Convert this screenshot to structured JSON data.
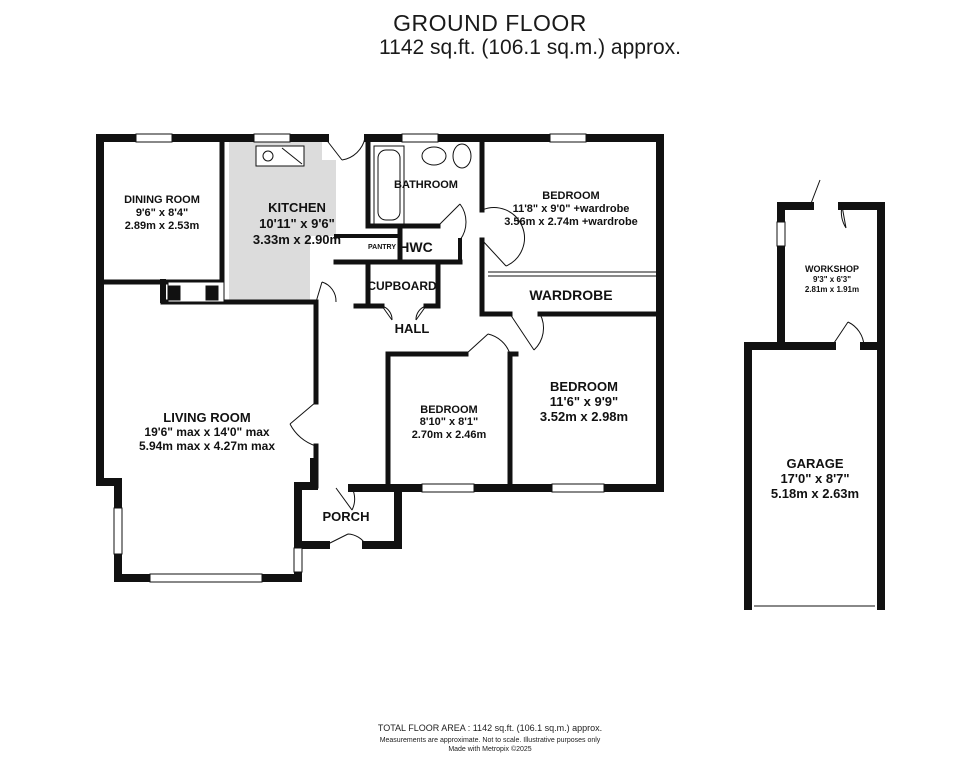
{
  "header": {
    "floor_title": "GROUND FLOOR",
    "floor_area": "1142 sq.ft. (106.1 sq.m.) approx."
  },
  "rooms": {
    "dining": {
      "name": "DINING ROOM",
      "imperial": "9'6\"  x 8'4\"",
      "metric": "2.89m  x 2.53m"
    },
    "kitchen": {
      "name": "KITCHEN",
      "imperial": "10'11\"  x 9'6\"",
      "metric": "3.33m  x 2.90m"
    },
    "bathroom": {
      "name": "BATHROOM"
    },
    "bedroom1": {
      "name": "BEDROOM",
      "imperial": "11'8\"  x 9'0\" +wardrobe",
      "metric": "3.56m  x 2.74m +wardrobe"
    },
    "pantry": {
      "name": "PANTRY"
    },
    "hwc": {
      "name": "HWC"
    },
    "cupboard": {
      "name": "CUPBOARD"
    },
    "wardrobe": {
      "name": "WARDROBE"
    },
    "hall": {
      "name": "HALL"
    },
    "living": {
      "name": "LIVING ROOM",
      "imperial": "19'6\" max x 14'0\" max",
      "metric": "5.94m max x 4.27m max"
    },
    "bedroom2": {
      "name": "BEDROOM",
      "imperial": "8'10\"  x 8'1\"",
      "metric": "2.70m  x 2.46m"
    },
    "bedroom3": {
      "name": "BEDROOM",
      "imperial": "11'6\"  x 9'9\"",
      "metric": "3.52m  x 2.98m"
    },
    "porch": {
      "name": "PORCH"
    },
    "workshop": {
      "name": "WORKSHOP",
      "imperial": "9'3\"  x 6'3\"",
      "metric": "2.81m  x 1.91m"
    },
    "garage": {
      "name": "GARAGE",
      "imperial": "17'0\"  x 8'7\"",
      "metric": "5.18m  x 2.63m"
    }
  },
  "footer": {
    "total_area": "TOTAL FLOOR AREA : 1142 sq.ft. (106.1 sq.m.) approx.",
    "disclaimer": "Measurements are approximate.  Not to scale.  Illustrative purposes only",
    "credit": "Made with Metropix ©2025"
  },
  "colors": {
    "wall": "#111111",
    "kitchen_floor": "#dcdcdc",
    "window": "#ffffff"
  }
}
